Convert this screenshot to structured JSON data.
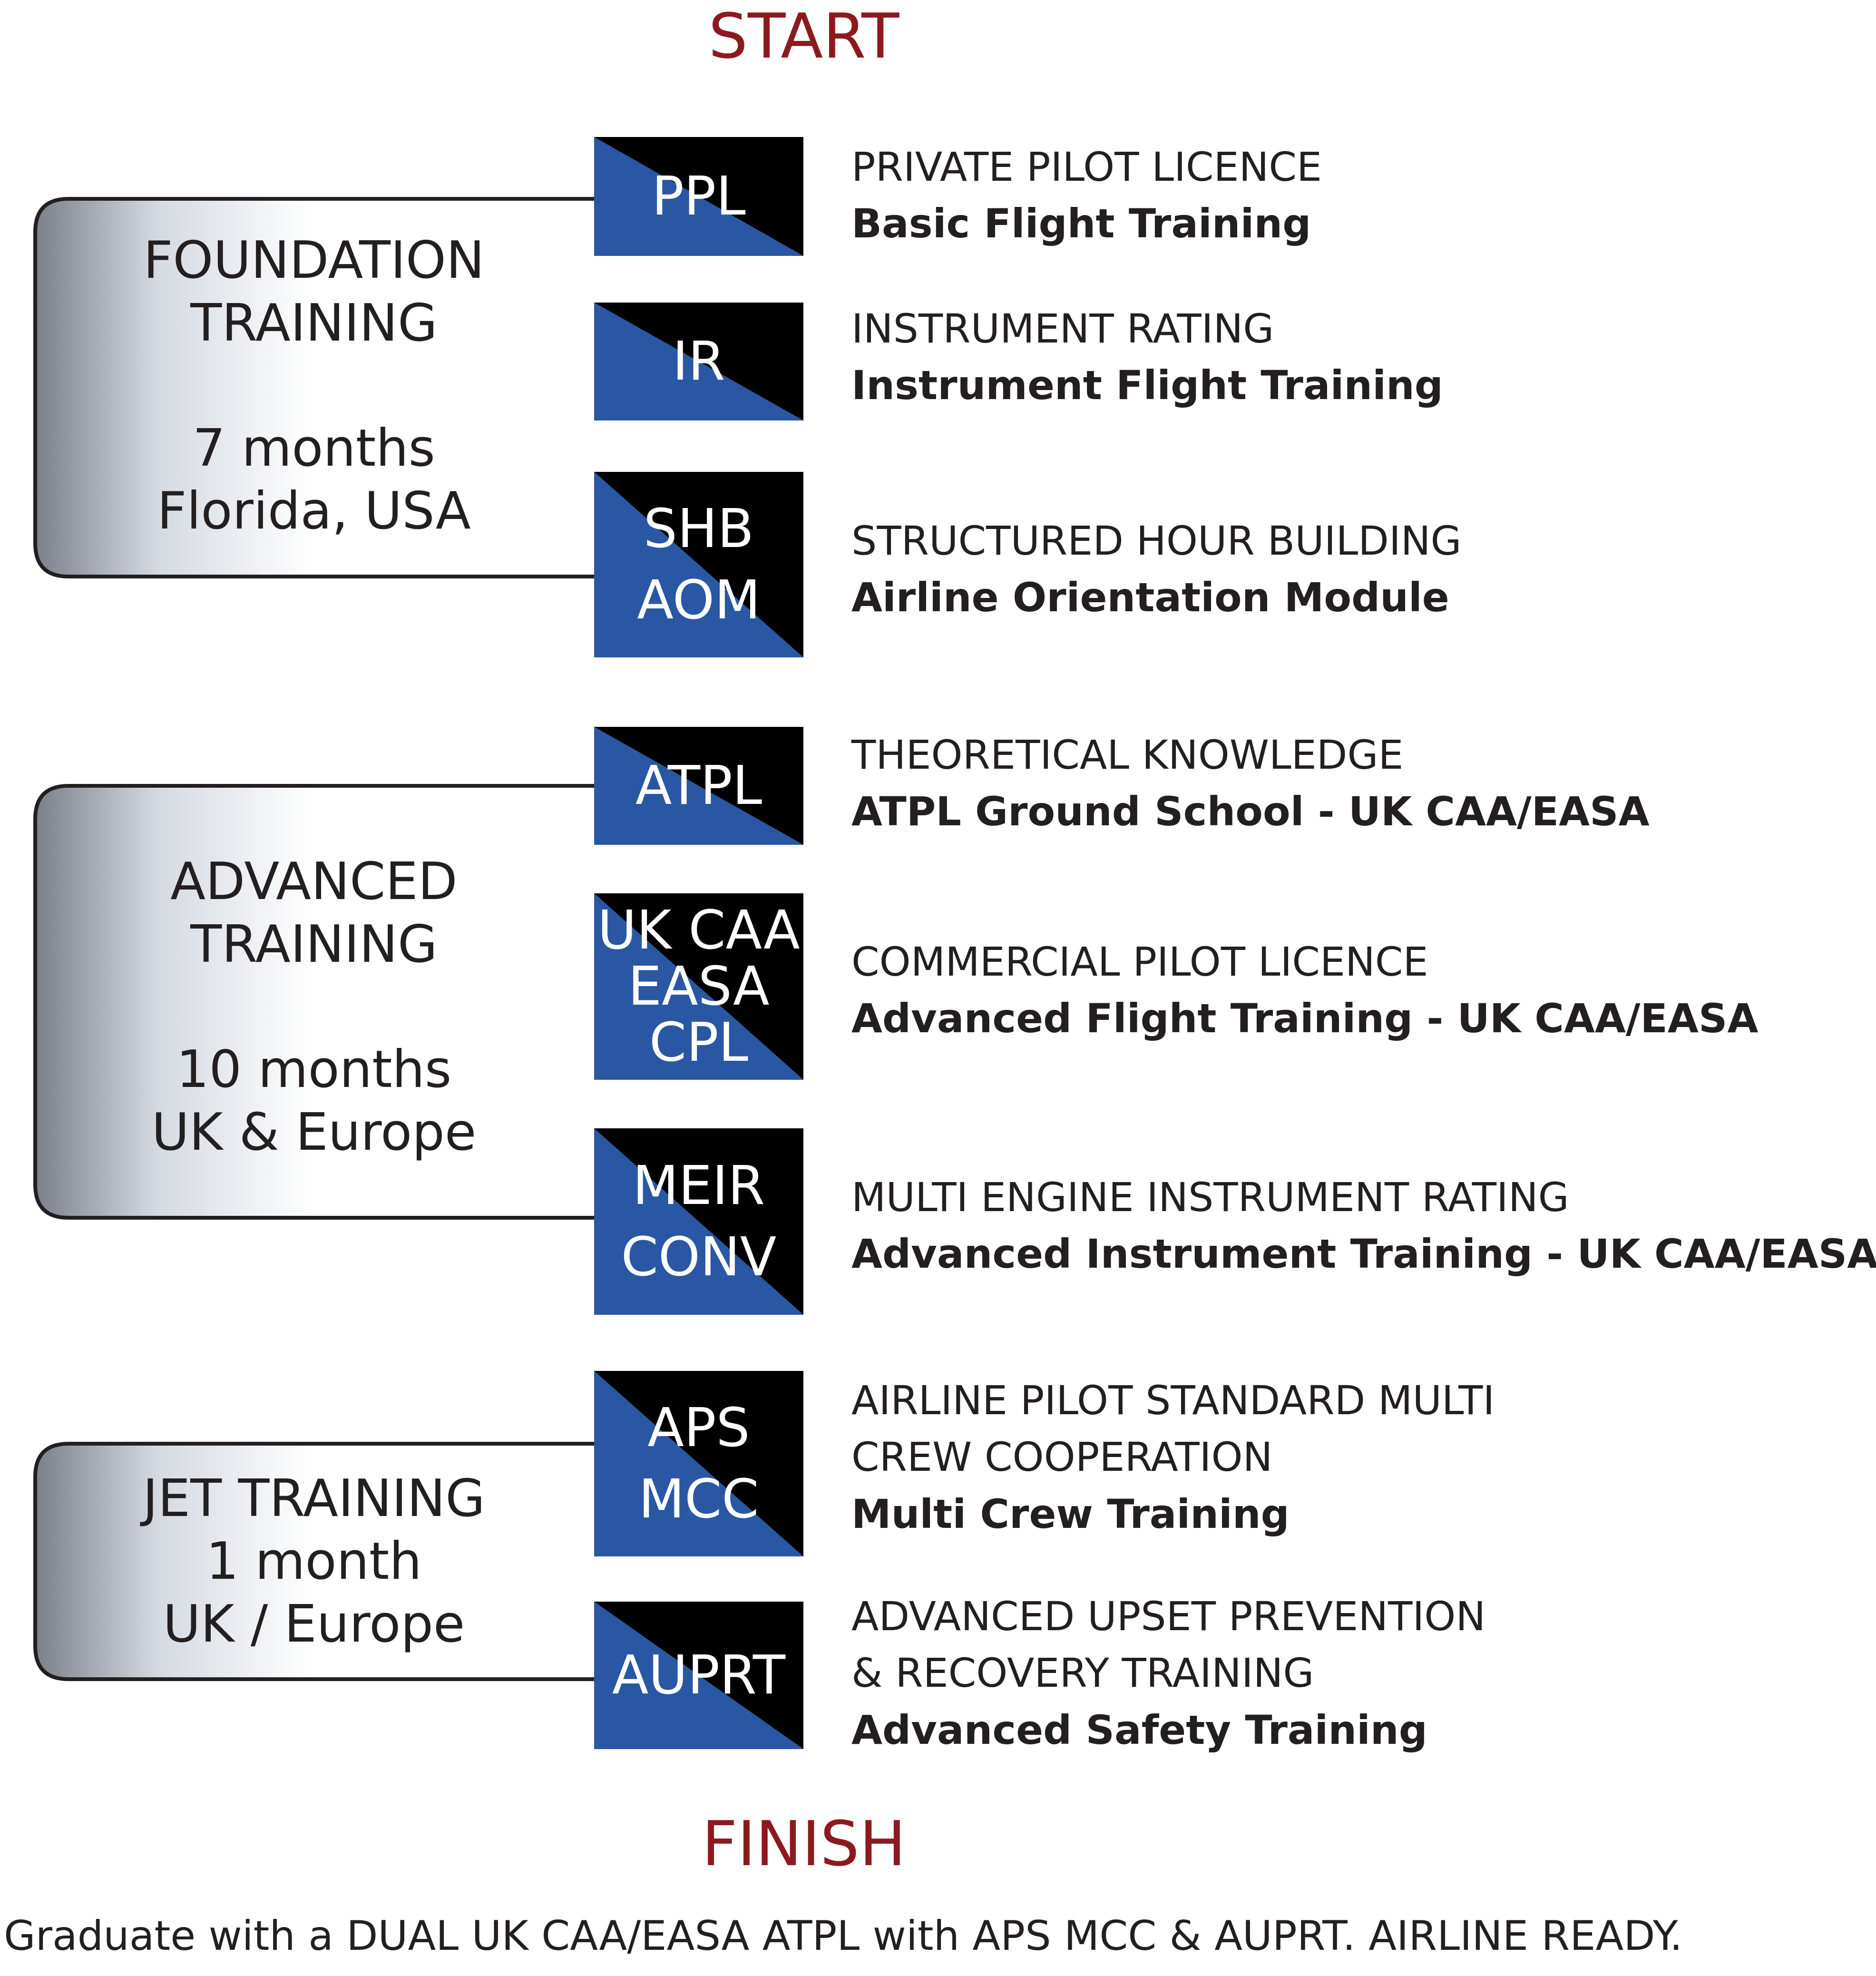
{
  "start_label": "START",
  "finish_label": "FINISH",
  "footer": "Graduate with a DUAL UK CAA/EASA ATPL with APS MCC & AUPRT. AIRLINE READY.",
  "colors": {
    "accent": "#8b1a1f",
    "box_blue": "#2a57a4",
    "box_black": "#000000",
    "text": "#231f20"
  },
  "phases": [
    {
      "lines": [
        "FOUNDATION",
        "TRAINING",
        "",
        "7 months",
        "Florida, USA"
      ]
    },
    {
      "lines": [
        "ADVANCED",
        "TRAINING",
        "",
        "10 months",
        "UK & Europe"
      ]
    },
    {
      "lines": [
        "JET TRAINING",
        "1 month",
        "UK / Europe"
      ]
    }
  ],
  "steps": [
    {
      "box": [
        "PPL"
      ],
      "title": [
        "PRIVATE PILOT LICENCE"
      ],
      "subtitle": "Basic Flight Training"
    },
    {
      "box": [
        "IR"
      ],
      "title": [
        "INSTRUMENT RATING"
      ],
      "subtitle": "Instrument Flight Training"
    },
    {
      "box": [
        "SHB",
        "AOM"
      ],
      "title": [
        "STRUCTURED HOUR BUILDING"
      ],
      "subtitle": "Airline Orientation Module"
    },
    {
      "box": [
        "ATPL"
      ],
      "title": [
        "THEORETICAL KNOWLEDGE"
      ],
      "subtitle": "ATPL Ground School  - UK CAA/EASA"
    },
    {
      "box": [
        "UK CAA",
        "EASA",
        "CPL"
      ],
      "title": [
        "COMMERCIAL PILOT LICENCE"
      ],
      "subtitle": "Advanced Flight Training - UK CAA/EASA"
    },
    {
      "box": [
        "MEIR",
        "CONV"
      ],
      "title": [
        "MULTI ENGINE INSTRUMENT RATING"
      ],
      "subtitle": "Advanced Instrument Training  - UK CAA/EASA"
    },
    {
      "box": [
        "APS",
        "MCC"
      ],
      "title": [
        "AIRLINE PILOT STANDARD MULTI",
        "CREW COOPERATION"
      ],
      "subtitle": "Multi Crew Training"
    },
    {
      "box": [
        "AUPRT"
      ],
      "title": [
        "ADVANCED UPSET PREVENTION",
        "&  RECOVERY TRAINING"
      ],
      "subtitle": "Advanced Safety Training"
    }
  ]
}
